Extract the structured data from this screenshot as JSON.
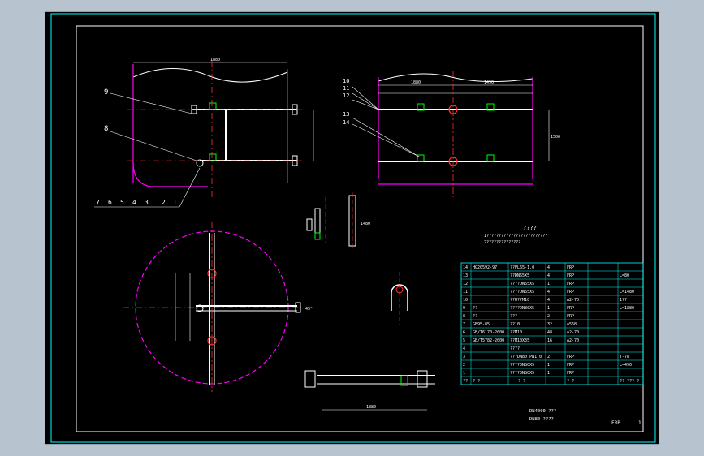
{
  "drawing": {
    "background": "#000000",
    "frame_color": "#00ffff",
    "red": "#ff3030",
    "magenta": "#ff00ff",
    "white": "#ffffff",
    "green": "#00ff00",
    "yellow": "#ffff00",
    "callouts_left": [
      "9",
      "8"
    ],
    "callouts_bottom": [
      "7",
      "6",
      "5",
      "4",
      "3",
      "2",
      "1"
    ],
    "callouts_right": [
      "10",
      "11",
      "12",
      "13",
      "14"
    ],
    "note_title": "????",
    "note_line1": "1?????????????????????????",
    "note_line2": "2??????????????",
    "stamp_line1": "DN4000 ???",
    "stamp_line2": "DN80 ????",
    "material": "FRP",
    "sheet": "1",
    "angle_label": "45°"
  },
  "bom": {
    "rows": [
      {
        "no": "14",
        "code": "HG20592-97",
        "name": "??PL65-1.0",
        "qty": "4",
        "mat": "FRP",
        "note": ""
      },
      {
        "no": "13",
        "code": "",
        "name": "??DN65X5",
        "qty": "4",
        "mat": "FRP",
        "note": "L=80"
      },
      {
        "no": "12",
        "code": "",
        "name": "????DN65X5",
        "qty": "1",
        "mat": "FRP",
        "note": ""
      },
      {
        "no": "11",
        "code": "",
        "name": "????DN65X5",
        "qty": "4",
        "mat": "FRP",
        "note": "L=1480"
      },
      {
        "no": "10",
        "code": "",
        "name": "??U??M10",
        "qty": "4",
        "mat": "A2-70",
        "note": "1??"
      },
      {
        "no": "9",
        "code": "??",
        "name": "????DN80X5",
        "qty": "1",
        "mat": "FRP",
        "note": "L=1880"
      },
      {
        "no": "8",
        "code": "??",
        "name": "???",
        "qty": "2",
        "mat": "FRP",
        "note": ""
      },
      {
        "no": "7",
        "code": "GB95-85",
        "name": "??10",
        "qty": "32",
        "mat": "A568",
        "note": ""
      },
      {
        "no": "6",
        "code": "GB/T6170-2000",
        "name": "??M10",
        "qty": "48",
        "mat": "A2-70",
        "note": ""
      },
      {
        "no": "5",
        "code": "GB/T5782-2000",
        "name": "??M10X35",
        "qty": "16",
        "mat": "A2-70",
        "note": ""
      },
      {
        "no": "4",
        "code": "",
        "name": "????",
        "qty": "",
        "mat": "",
        "note": ""
      },
      {
        "no": "3",
        "code": "",
        "name": "???DN80 PN1.0",
        "qty": "2",
        "mat": "FRP",
        "note": "T-78"
      },
      {
        "no": "2",
        "code": "",
        "name": "????DN80X5",
        "qty": "1",
        "mat": "FRP",
        "note": "L=490"
      },
      {
        "no": "1",
        "code": "",
        "name": "????DN80X5",
        "qty": "1",
        "mat": "FRP",
        "note": ""
      }
    ],
    "footer": [
      "??",
      "? ?",
      "",
      "? ?",
      "",
      "? ?",
      "?? ??",
      "? ?"
    ]
  },
  "dims": {
    "top_left": "1880",
    "top_right_a": "1880",
    "top_right_b": "1490",
    "right_h": "1500",
    "detail_a": "1480",
    "bottom_len": "1880"
  }
}
